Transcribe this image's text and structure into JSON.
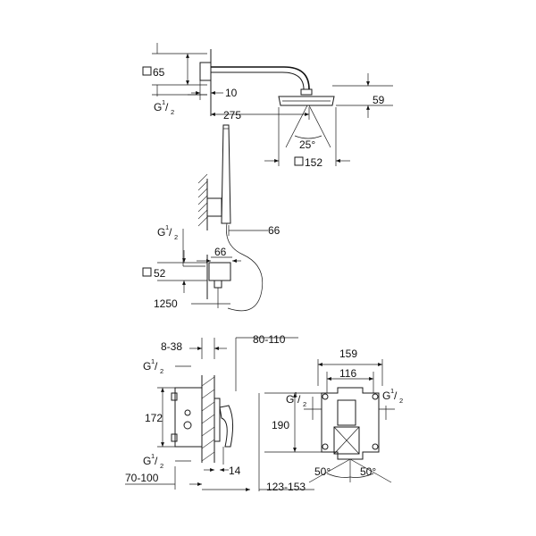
{
  "overhead_shower": {
    "flange_square": "65",
    "thread": "G",
    "thread_sup": "1",
    "thread_sub": "2",
    "wall_offset": "10",
    "arm_length": "275",
    "head_height": "59",
    "spray_angle": "25°",
    "head_square": "152"
  },
  "hand_shower": {
    "holder_offset": "66",
    "thread": "G",
    "thread_sup": "1",
    "thread_sub": "2",
    "elbow_depth": "66",
    "elbow_square": "52",
    "hose_length": "1250"
  },
  "mixer_side": {
    "plaster_range": "8-38",
    "cover_range": "80-110",
    "thread_top": "G",
    "thread_top_sup": "1",
    "thread_top_sub": "2",
    "body_height": "172",
    "thread_bottom": "G",
    "thread_bottom_sup": "1",
    "thread_bottom_sub": "2",
    "plate_gap": "14",
    "install_depth": "70-100",
    "lever_range": "123-153"
  },
  "mixer_front": {
    "width_outer": "159",
    "width_inner": "116",
    "thread_left": "G",
    "thread_left_sup": "1",
    "thread_left_sub": "2",
    "thread_right": "G",
    "thread_right_sup": "1",
    "thread_right_sub": "2",
    "height": "190",
    "angle_left": "50°",
    "angle_right": "50°"
  }
}
